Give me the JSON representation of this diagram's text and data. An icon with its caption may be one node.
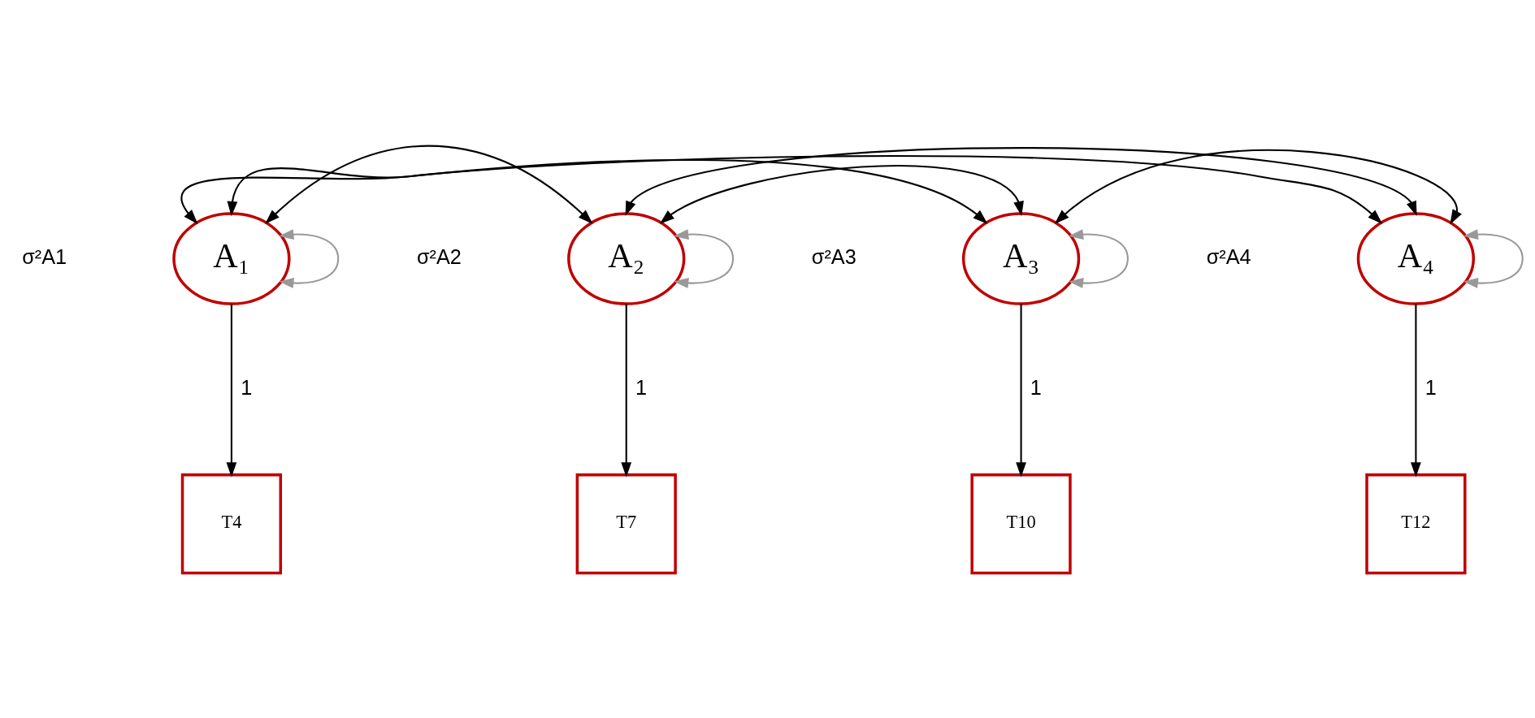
{
  "diagram": {
    "nodes": [
      {
        "text": [
          "A₁"
        ]
      },
      {
        "text": [
          "A₂"
        ]
      },
      {
        "text": [
          "A₃"
        ]
      },
      {
        "text": [
          "A₄"
        ]
      },
      {
        "text": [
          "T4"
        ]
      },
      {
        "text": [
          "T7"
        ]
      },
      {
        "text": [
          "T10"
        ]
      },
      {
        "text": [
          "T12"
        ]
      }
    ],
    "edges": [
      {
        "from": 0,
        "to": 4,
        "arrow": "to",
        "label": "1"
      },
      {
        "from": 1,
        "to": 5,
        "arrow": "to",
        "label": "1"
      },
      {
        "from": 2,
        "to": 6,
        "arrow": "to",
        "label": "1"
      },
      {
        "from": 3,
        "to": 7,
        "arrow": "to",
        "label": "1"
      },
      {
        "from": 0,
        "to": 1,
        "arrow": "both"
      },
      {
        "from": 0,
        "to": 2,
        "arrow": "both"
      },
      {
        "from": 0,
        "to": 3,
        "arrow": "both"
      },
      {
        "from": 1,
        "to": 2,
        "arrow": "both"
      },
      {
        "from": 1,
        "to": 3,
        "arrow": "both"
      },
      {
        "from": 2,
        "to": 3,
        "arrow": "both"
      },
      {
        "from": 0,
        "to": 0,
        "arrow": "both",
        "color": "#999999"
      },
      {
        "from": 1,
        "to": 1,
        "arrow": "both",
        "color": "#999999"
      },
      {
        "from": 2,
        "to": 2,
        "arrow": "both",
        "color": "#999999"
      },
      {
        "from": 3,
        "to": 3,
        "arrow": "both",
        "color": "#999999"
      }
    ],
    "labels": [
      "σ²A1",
      "σ²A2",
      "σ²A3",
      "σ²A4"
    ]
  }
}
